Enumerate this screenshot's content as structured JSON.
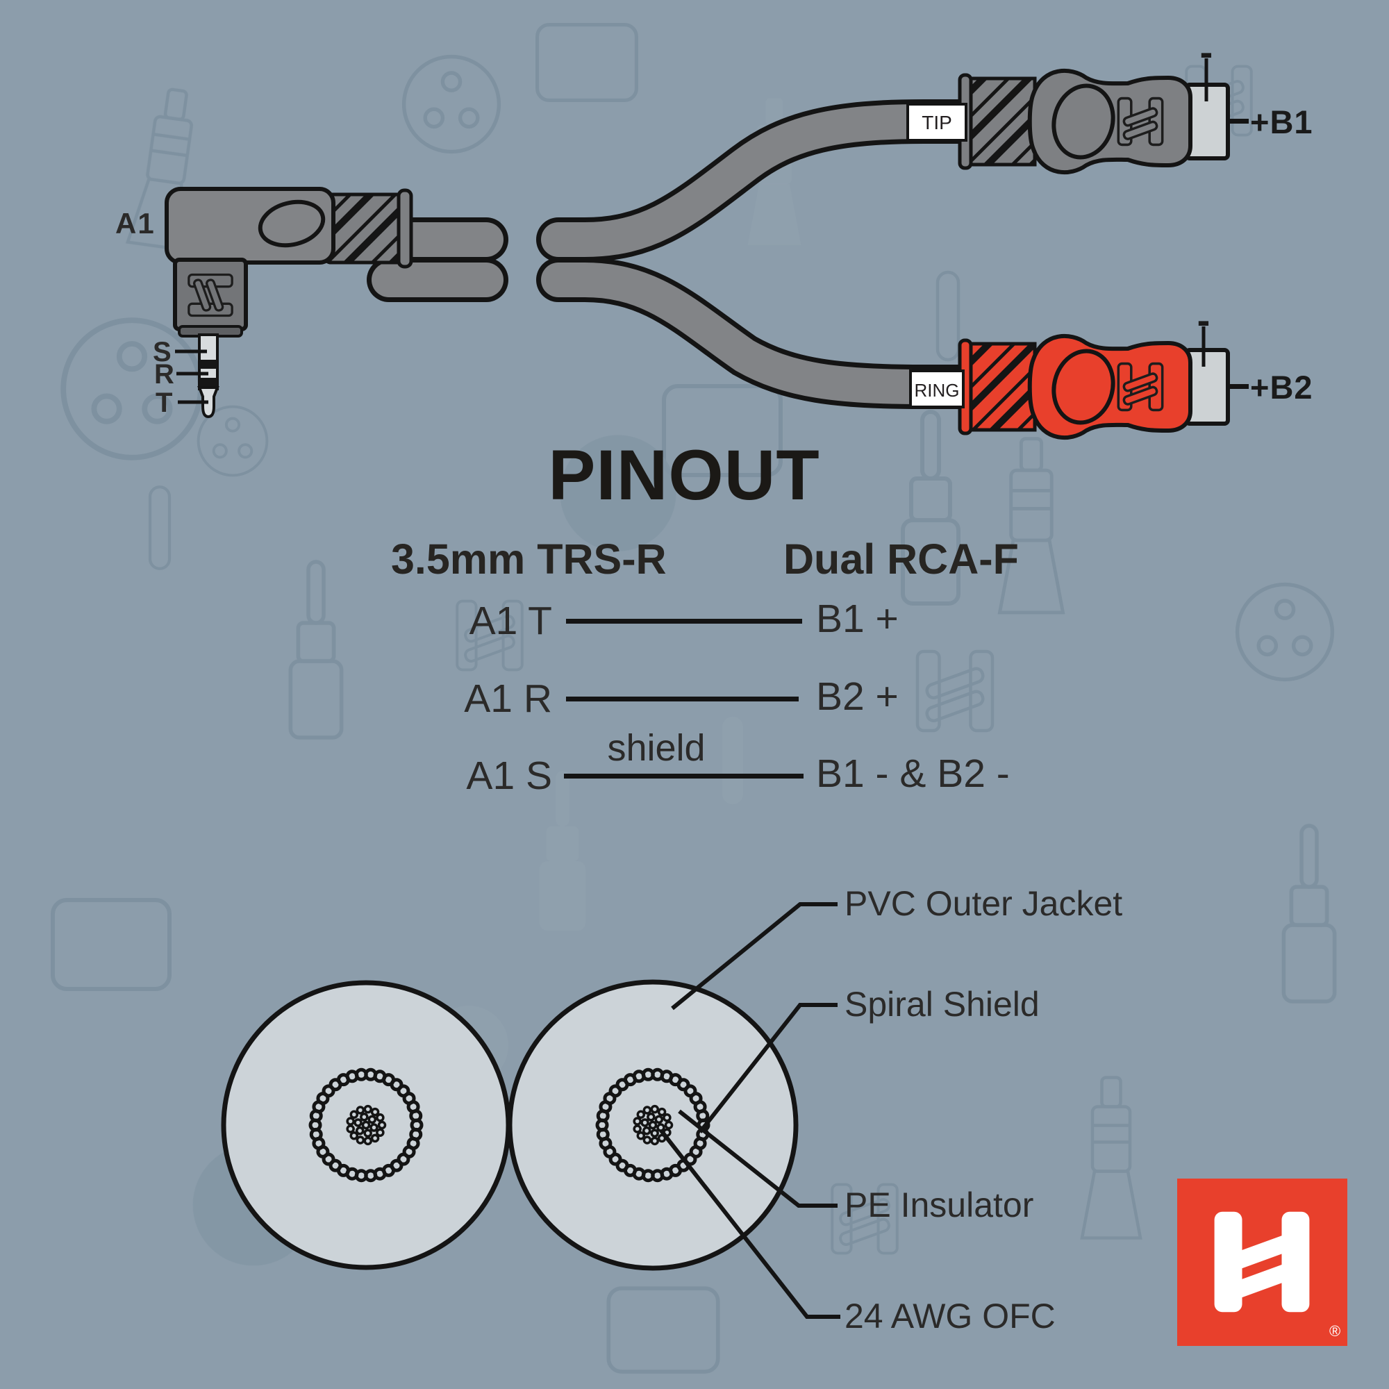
{
  "title_card": "Hosa cable pinout infographic",
  "colors": {
    "background": "#8C9DAB",
    "pattern_line": "#5F7687",
    "connector_gray": "#7E8083",
    "cable_gray": "#828487",
    "accent_red": "#E8402C",
    "cap_light": "#CDD2D4",
    "tag_white": "#FFFFFF",
    "text_dark": "#2B2A29",
    "line_black": "#141414",
    "circle_fill": "#CCD3D8"
  },
  "top_diagram": {
    "a_label": "A1",
    "plug_labels": [
      "S",
      "R",
      "T"
    ],
    "tip_tag": "TIP",
    "ring_tag": "RING",
    "b1": {
      "minus": "-",
      "label": "+B1"
    },
    "b2": {
      "minus": "-",
      "label": "+B2"
    }
  },
  "pinout": {
    "title": "PINOUT",
    "left_header": "3.5mm TRS-R",
    "right_header": "Dual RCA-F",
    "rows": [
      {
        "left": "A1 T",
        "right": "B1 +",
        "note": ""
      },
      {
        "left": "A1 R",
        "right": "B2 +",
        "note": ""
      },
      {
        "left": "A1 S",
        "right": "B1 - & B2 -",
        "note": "shield"
      }
    ]
  },
  "cross_section": {
    "callouts": [
      "PVC Outer Jacket",
      "Spiral Shield",
      "PE Insulator",
      "24 AWG OFC"
    ]
  },
  "logo": {
    "registered": "®"
  }
}
